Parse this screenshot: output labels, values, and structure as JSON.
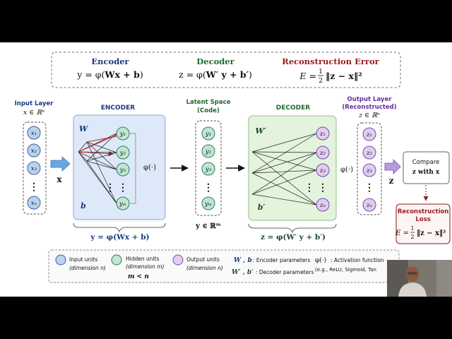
{
  "formulas": {
    "encoder": {
      "title": "Encoder",
      "eq_lhs": "y = φ(",
      "eq_bold": "Wx + b",
      "eq_rhs": ")"
    },
    "decoder": {
      "title": "Decoder",
      "eq_lhs": "z = φ(",
      "eq_bold": "W′ y + b′",
      "eq_rhs": ")"
    },
    "reconstruction": {
      "title": "Reconstruction Error",
      "eq_lhs": "E = ",
      "num": "1",
      "den": "2",
      "eq_rhs": "‖z − x‖²"
    }
  },
  "input_layer": {
    "title": "Input Layer",
    "dim": "x ∈ ℝⁿ",
    "nodes": [
      "x₁",
      "x₂",
      "x₃",
      "⋮",
      "xₙ"
    ],
    "arrow_label": "x"
  },
  "encoder": {
    "title": "ENCODER",
    "weight": "W",
    "bias": "b",
    "activation": "φ(·)",
    "formula": "y = φ(Wx + b)"
  },
  "latent": {
    "title": "Latent Space",
    "subtitle": "(Code)",
    "nodes": [
      "y₁",
      "y₂",
      "y₃",
      "⋮",
      "yₘ"
    ],
    "dim": "y ∈ ℝᵐ"
  },
  "decoder": {
    "title": "DECODER",
    "weight": "W′",
    "bias": "b′",
    "activation": "φ(·)",
    "formula": "z = φ(W′ y + b′)"
  },
  "output_layer": {
    "title": "Output Layer",
    "subtitle": "(Reconstructed)",
    "dim": "z ∈ ℝⁿ",
    "nodes": [
      "z₁",
      "z₂",
      "z₃",
      "⋮",
      "zₙ"
    ],
    "arrow_label": "z"
  },
  "compare": {
    "line1": "Compare",
    "line2": "z with x"
  },
  "loss": {
    "title1": "Reconstruction",
    "title2": "Loss",
    "eq_lhs": "E = ",
    "num": "1",
    "den": "2",
    "eq_rhs": "‖z − x‖²"
  },
  "legend": {
    "input_units": "Input units",
    "input_dim": "(dimension n)",
    "hidden_units": "Hidden units",
    "hidden_dim": "(dimension m)",
    "hidden_rel": "m < n",
    "output_units": "Output units",
    "output_dim": "(dimension n)",
    "enc_params_sym": "W , b",
    "enc_params": ": Encoder parameters",
    "dec_params_sym": "W′ , b′",
    "dec_params": ": Decoder parameters",
    "act_sym": "φ(·)",
    "act_label": ": Activation function",
    "act_examples": "(e.g., ReLU, Sigmoid, Tan"
  },
  "colors": {
    "blue_text": "#1a3a7c",
    "green_text": "#1f6b2c",
    "red_text": "#9b1b1b",
    "input_fill": "#b9d3ee",
    "hidden_fill": "#bfe6d3",
    "output_fill": "#e0cdf0",
    "encoder_panel": "#dde9f8",
    "decoder_panel": "#e3f3dc",
    "arrow_blue": "#6aa6e0",
    "arrow_purple": "#b99ae0"
  }
}
